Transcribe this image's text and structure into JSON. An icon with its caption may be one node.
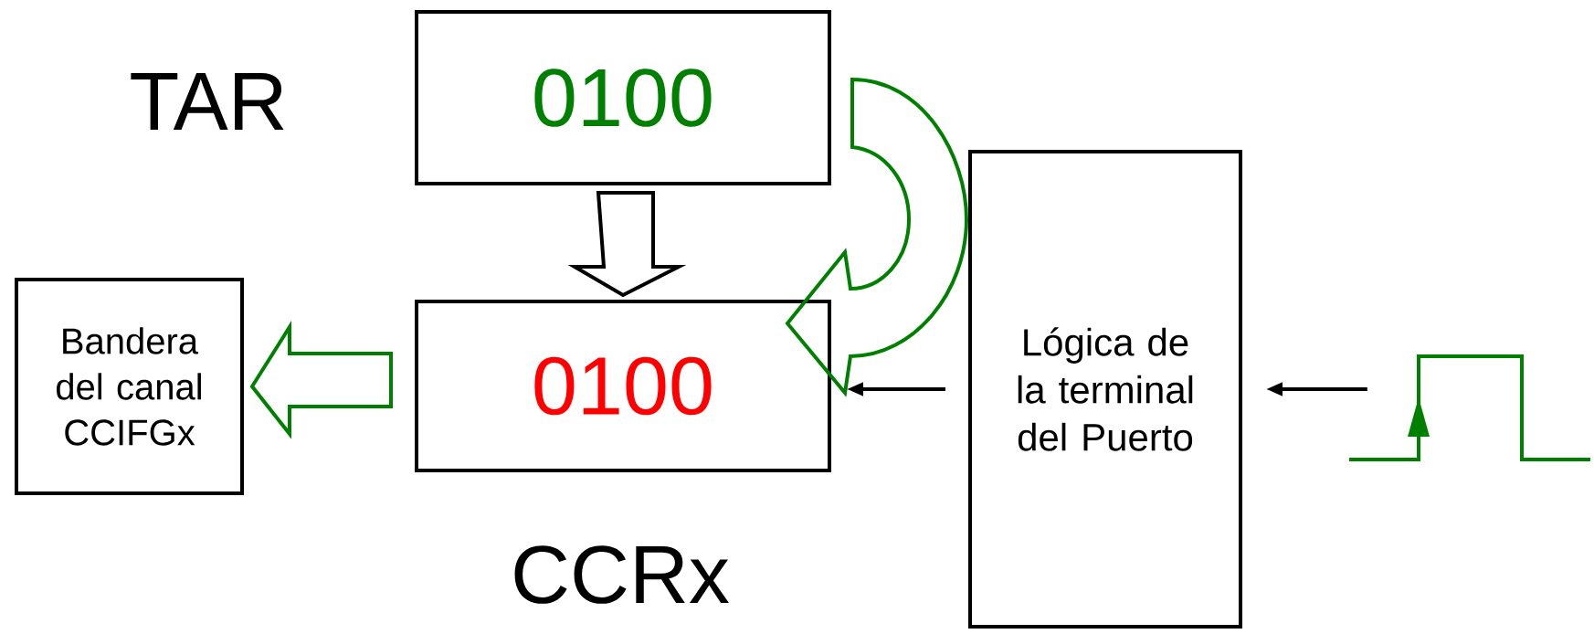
{
  "diagram": {
    "nodes": [
      {
        "text": [
          "0100"
        ],
        "beside": [
          "TAR"
        ]
      },
      {
        "text": [
          "Bandera del canal CCIFGx"
        ]
      },
      {
        "text": [
          "0100"
        ],
        "beside": [
          "CCRx"
        ]
      },
      {
        "text": [
          "Lógica de la terminal del Puerto"
        ]
      },
      {
        "text": [],
        "shape": "waveform"
      }
    ],
    "edges": [
      {
        "from": 0,
        "to": 2,
        "arrow": "to",
        "style": "thick"
      },
      {
        "from": 0,
        "to": 2,
        "arrow": "to",
        "style": "thick",
        "color": "#008000"
      },
      {
        "from": 2,
        "to": 1,
        "arrow": "to",
        "style": "thick",
        "color": "#008000"
      },
      {
        "from": 3,
        "to": 2,
        "arrow": "to"
      },
      {
        "from": 4,
        "to": 3,
        "arrow": "to"
      }
    ]
  }
}
